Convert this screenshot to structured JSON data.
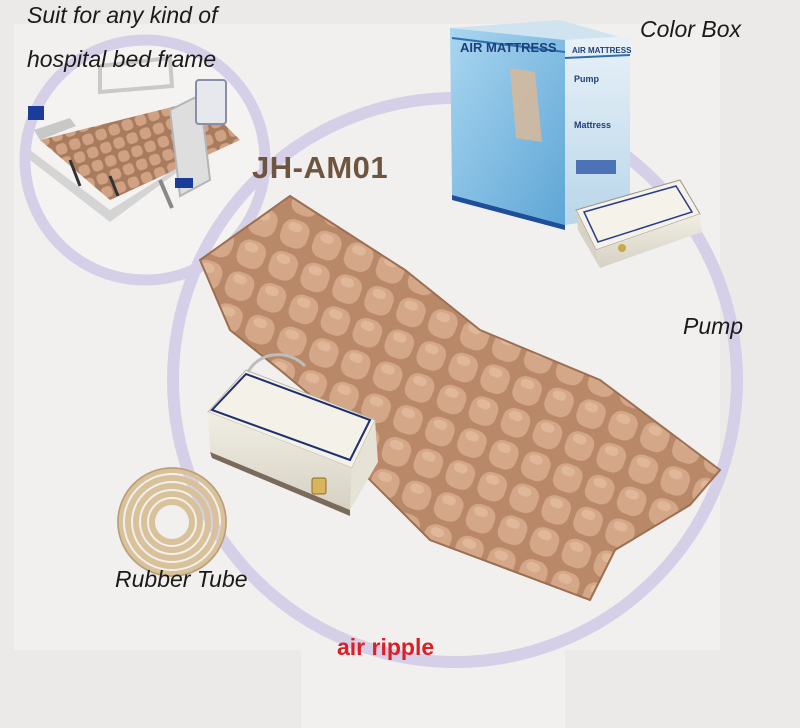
{
  "labels": {
    "bed_frame_line1": "Suit for any kind of",
    "bed_frame_line2": "hospital bed frame",
    "color_box": "Color Box",
    "pump": "Pump",
    "rubber_tube": "Rubber Tube"
  },
  "product": {
    "model": "JH-AM01",
    "type": "air ripple"
  },
  "color_box": {
    "front_title": "AIR MATTRESS",
    "side_title": "AIR MATTRESS",
    "side_section_1": "Pump",
    "side_section_2": "Mattress"
  },
  "colors": {
    "model_text": "#6e5540",
    "type_text": "#e01c24",
    "ring": "#d6cfe8",
    "mattress": "#c99a7a",
    "box_blue": "#8fc7e8"
  }
}
